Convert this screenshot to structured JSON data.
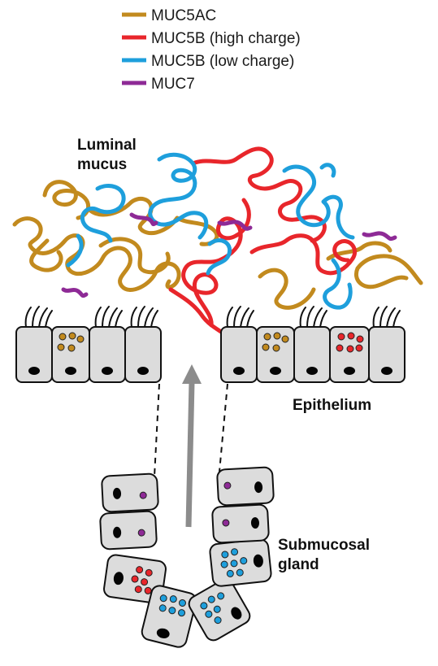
{
  "colors": {
    "muc5ac": "#c28a1e",
    "muc5b_high": "#e8262b",
    "muc5b_low": "#1e9fdc",
    "muc7": "#8e2a96",
    "arrow": "#8c8c8c"
  },
  "legend": [
    {
      "label": "MUC5AC",
      "color_key": "muc5ac"
    },
    {
      "label": "MUC5B (high charge)",
      "color_key": "muc5b_high"
    },
    {
      "label": "MUC5B (low charge)",
      "color_key": "muc5b_low"
    },
    {
      "label": "MUC7",
      "color_key": "muc7"
    }
  ],
  "labels": {
    "luminal_line1": "Luminal",
    "luminal_line2": "mucus",
    "epithelium": "Epithelium",
    "gland_line1": "Submucosal",
    "gland_line2": "gland"
  }
}
